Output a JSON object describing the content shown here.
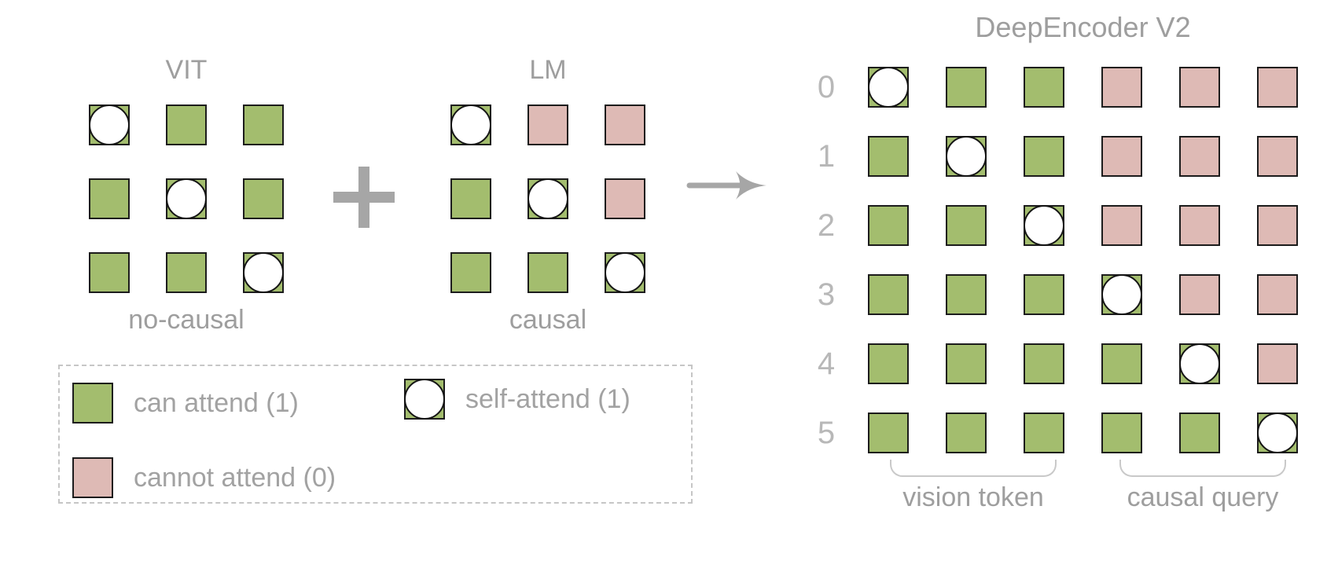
{
  "colors": {
    "can_attend": "#a3bd6e",
    "cannot_attend": "#debab5",
    "self_circle": "#ffffff",
    "cell_border": "#1c1c1c",
    "heading_text": "#9e9e9e",
    "row_label_text": "#b8b8b8",
    "operator": "#a6a6a6",
    "brace": "#c9c9c9",
    "legend_border": "#c6c6c6",
    "legend_text": "#a2a2a2"
  },
  "cell_codes": {
    "G": "can attend (1)",
    "P": "cannot attend (0)",
    "S": "self-attend (1)"
  },
  "vit_panel": {
    "title": "VIT",
    "caption": "no-causal",
    "grid": [
      [
        "S",
        "G",
        "G"
      ],
      [
        "G",
        "S",
        "G"
      ],
      [
        "G",
        "G",
        "S"
      ]
    ]
  },
  "lm_panel": {
    "title": "LM",
    "caption": "causal",
    "grid": [
      [
        "S",
        "P",
        "P"
      ],
      [
        "G",
        "S",
        "P"
      ],
      [
        "G",
        "G",
        "S"
      ]
    ]
  },
  "icons": {
    "plus": "plus-operator",
    "arrow": "right-arrow-operator",
    "self_attend": "circle-in-square"
  },
  "deepencoder_panel": {
    "title": "DeepEncoder V2",
    "row_labels": [
      "0",
      "1",
      "2",
      "3",
      "4",
      "5"
    ],
    "grid": [
      [
        "S",
        "G",
        "G",
        "P",
        "P",
        "P"
      ],
      [
        "G",
        "S",
        "G",
        "P",
        "P",
        "P"
      ],
      [
        "G",
        "G",
        "S",
        "P",
        "P",
        "P"
      ],
      [
        "G",
        "G",
        "G",
        "S",
        "P",
        "P"
      ],
      [
        "G",
        "G",
        "G",
        "G",
        "S",
        "P"
      ],
      [
        "G",
        "G",
        "G",
        "G",
        "G",
        "S"
      ]
    ],
    "group_labels": [
      "vision token",
      "causal query"
    ]
  },
  "legend": {
    "items": [
      {
        "swatch": "can_attend",
        "label": "can attend (1)"
      },
      {
        "swatch": "cannot_attend",
        "label": "cannot attend (0)"
      },
      {
        "swatch": "self_attend",
        "label": "self-attend (1)"
      }
    ]
  }
}
